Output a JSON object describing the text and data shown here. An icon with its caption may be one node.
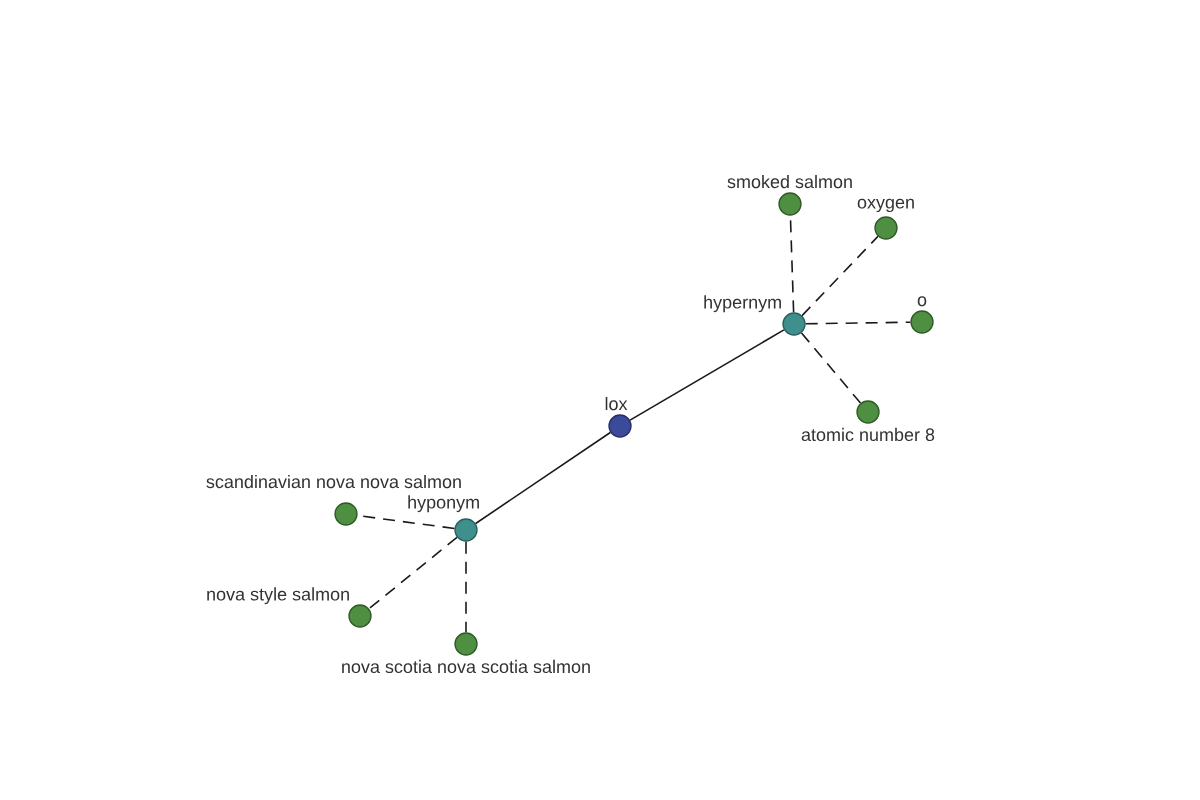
{
  "diagram": {
    "nodes": [
      {
        "text": [
          "smoked salmon"
        ]
      },
      {
        "text": [
          "oxygen"
        ]
      },
      {
        "text": [
          "hypernym"
        ]
      },
      {
        "text": [
          "o"
        ]
      },
      {
        "text": [
          "atomic number 8"
        ]
      },
      {
        "text": [
          "lox"
        ]
      },
      {
        "text": [
          "scandinavian nova nova salmon"
        ]
      },
      {
        "text": [
          "hyponym"
        ]
      },
      {
        "text": [
          "nova style salmon"
        ]
      },
      {
        "text": [
          "nova scotia nova scotia salmon"
        ]
      }
    ],
    "edges": [
      {
        "from": 5,
        "to": 2,
        "arrow": "none"
      },
      {
        "from": 5,
        "to": 7,
        "arrow": "none"
      },
      {
        "from": 2,
        "to": 0,
        "arrow": "none",
        "style": "dashed"
      },
      {
        "from": 2,
        "to": 1,
        "arrow": "none",
        "style": "dashed"
      },
      {
        "from": 2,
        "to": 3,
        "arrow": "none",
        "style": "dashed"
      },
      {
        "from": 2,
        "to": 4,
        "arrow": "none",
        "style": "dashed"
      },
      {
        "from": 7,
        "to": 6,
        "arrow": "none",
        "style": "dashed"
      },
      {
        "from": 7,
        "to": 8,
        "arrow": "none",
        "style": "dashed"
      },
      {
        "from": 7,
        "to": 9,
        "arrow": "none",
        "style": "dashed"
      }
    ]
  }
}
